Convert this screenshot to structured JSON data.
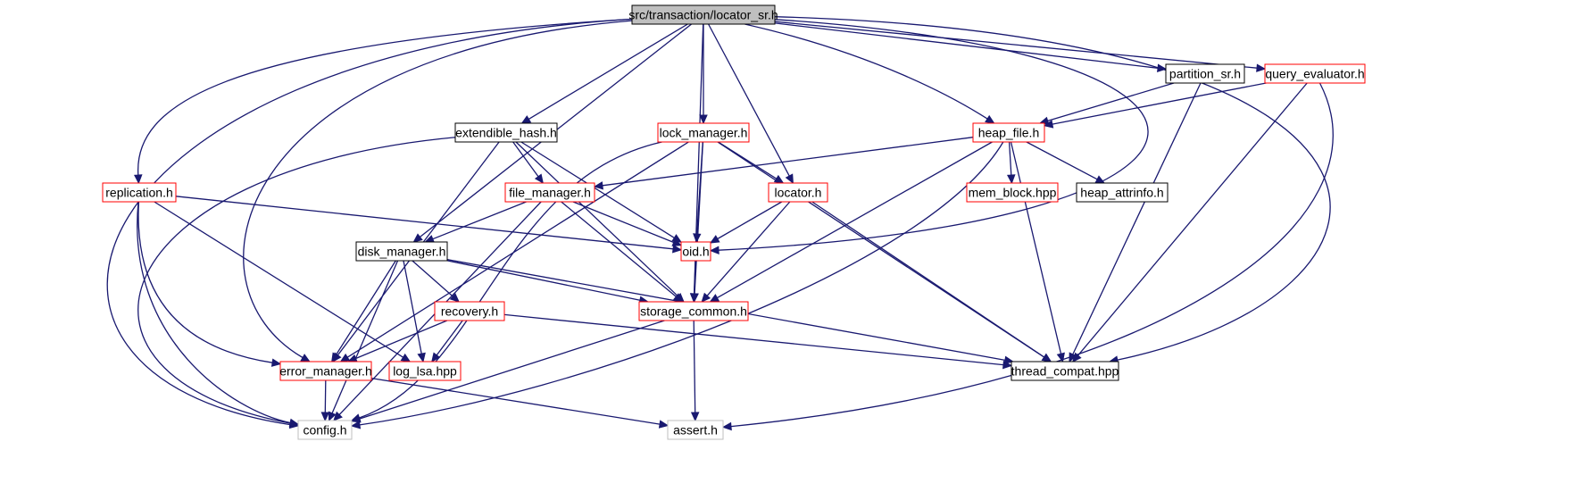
{
  "colors": {
    "root_fill": "#bfbfbf",
    "root_border": "#000000",
    "documented_border": "#ff0000",
    "plain_border": "#000000",
    "external_border": "#bfbfbf",
    "edge_direct": "#191970",
    "edge_indirect": "#a9a9a9"
  },
  "nodes": [
    {
      "id": "locator_sr",
      "label": "src/transaction/locator_sr.h",
      "kind": "root"
    },
    {
      "id": "partition_sr",
      "label": "partition_sr.h",
      "kind": "plain"
    },
    {
      "id": "query_evaluator",
      "label": "query_evaluator.h",
      "kind": "documented"
    },
    {
      "id": "extendible_hash",
      "label": "extendible_hash.h",
      "kind": "plain"
    },
    {
      "id": "lock_manager",
      "label": "lock_manager.h",
      "kind": "documented"
    },
    {
      "id": "heap_file",
      "label": "heap_file.h",
      "kind": "documented"
    },
    {
      "id": "replication",
      "label": "replication.h",
      "kind": "documented"
    },
    {
      "id": "file_manager",
      "label": "file_manager.h",
      "kind": "documented"
    },
    {
      "id": "locator",
      "label": "locator.h",
      "kind": "documented"
    },
    {
      "id": "mem_block",
      "label": "mem_block.hpp",
      "kind": "documented"
    },
    {
      "id": "heap_attrinfo",
      "label": "heap_attrinfo.h",
      "kind": "plain"
    },
    {
      "id": "disk_manager",
      "label": "disk_manager.h",
      "kind": "plain"
    },
    {
      "id": "oid",
      "label": "oid.h",
      "kind": "documented"
    },
    {
      "id": "recovery",
      "label": "recovery.h",
      "kind": "documented"
    },
    {
      "id": "storage_common",
      "label": "storage_common.h",
      "kind": "documented"
    },
    {
      "id": "error_manager",
      "label": "error_manager.h",
      "kind": "documented"
    },
    {
      "id": "log_lsa",
      "label": "log_lsa.hpp",
      "kind": "documented"
    },
    {
      "id": "thread_compat",
      "label": "thread_compat.hpp",
      "kind": "plain"
    },
    {
      "id": "config",
      "label": "config.h",
      "kind": "external"
    },
    {
      "id": "assert",
      "label": "assert.h",
      "kind": "external"
    }
  ],
  "edges": [
    {
      "from": "locator_sr",
      "to": "partition_sr"
    },
    {
      "from": "locator_sr",
      "to": "query_evaluator"
    },
    {
      "from": "locator_sr",
      "to": "extendible_hash"
    },
    {
      "from": "locator_sr",
      "to": "lock_manager"
    },
    {
      "from": "locator_sr",
      "to": "heap_file"
    },
    {
      "from": "locator_sr",
      "to": "replication"
    },
    {
      "from": "locator_sr",
      "to": "locator"
    },
    {
      "from": "locator_sr",
      "to": "disk_manager"
    },
    {
      "from": "locator_sr",
      "to": "oid"
    },
    {
      "from": "locator_sr",
      "to": "storage_common"
    },
    {
      "from": "locator_sr",
      "to": "error_manager"
    },
    {
      "from": "locator_sr",
      "to": "thread_compat"
    },
    {
      "from": "locator_sr",
      "to": "config"
    },
    {
      "from": "partition_sr",
      "to": "heap_file"
    },
    {
      "from": "partition_sr",
      "to": "thread_compat"
    },
    {
      "from": "query_evaluator",
      "to": "heap_file"
    },
    {
      "from": "query_evaluator",
      "to": "thread_compat"
    },
    {
      "from": "query_evaluator",
      "to": "assert"
    },
    {
      "from": "extendible_hash",
      "to": "file_manager"
    },
    {
      "from": "extendible_hash",
      "to": "oid"
    },
    {
      "from": "extendible_hash",
      "to": "storage_common"
    },
    {
      "from": "extendible_hash",
      "to": "error_manager"
    },
    {
      "from": "extendible_hash",
      "to": "config"
    },
    {
      "from": "lock_manager",
      "to": "locator"
    },
    {
      "from": "lock_manager",
      "to": "oid"
    },
    {
      "from": "lock_manager",
      "to": "storage_common"
    },
    {
      "from": "lock_manager",
      "to": "thread_compat"
    },
    {
      "from": "lock_manager",
      "to": "error_manager"
    },
    {
      "from": "lock_manager",
      "to": "config"
    },
    {
      "from": "heap_file",
      "to": "file_manager"
    },
    {
      "from": "heap_file",
      "to": "mem_block"
    },
    {
      "from": "heap_file",
      "to": "heap_attrinfo"
    },
    {
      "from": "heap_file",
      "to": "storage_common"
    },
    {
      "from": "heap_file",
      "to": "thread_compat"
    },
    {
      "from": "heap_file",
      "to": "config"
    },
    {
      "from": "replication",
      "to": "oid"
    },
    {
      "from": "replication",
      "to": "log_lsa"
    },
    {
      "from": "replication",
      "to": "error_manager"
    },
    {
      "from": "replication",
      "to": "config"
    },
    {
      "from": "file_manager",
      "to": "disk_manager"
    },
    {
      "from": "file_manager",
      "to": "oid"
    },
    {
      "from": "file_manager",
      "to": "storage_common"
    },
    {
      "from": "file_manager",
      "to": "config"
    },
    {
      "from": "locator",
      "to": "oid"
    },
    {
      "from": "locator",
      "to": "storage_common"
    },
    {
      "from": "locator",
      "to": "thread_compat"
    },
    {
      "from": "disk_manager",
      "to": "recovery"
    },
    {
      "from": "disk_manager",
      "to": "storage_common"
    },
    {
      "from": "disk_manager",
      "to": "thread_compat"
    },
    {
      "from": "disk_manager",
      "to": "error_manager"
    },
    {
      "from": "disk_manager",
      "to": "log_lsa"
    },
    {
      "from": "disk_manager",
      "to": "config"
    },
    {
      "from": "oid",
      "to": "storage_common"
    },
    {
      "from": "recovery",
      "to": "error_manager"
    },
    {
      "from": "recovery",
      "to": "log_lsa"
    },
    {
      "from": "recovery",
      "to": "thread_compat"
    },
    {
      "from": "storage_common",
      "to": "assert"
    },
    {
      "from": "storage_common",
      "to": "config"
    },
    {
      "from": "error_manager",
      "to": "config"
    },
    {
      "from": "error_manager",
      "to": "assert"
    }
  ]
}
